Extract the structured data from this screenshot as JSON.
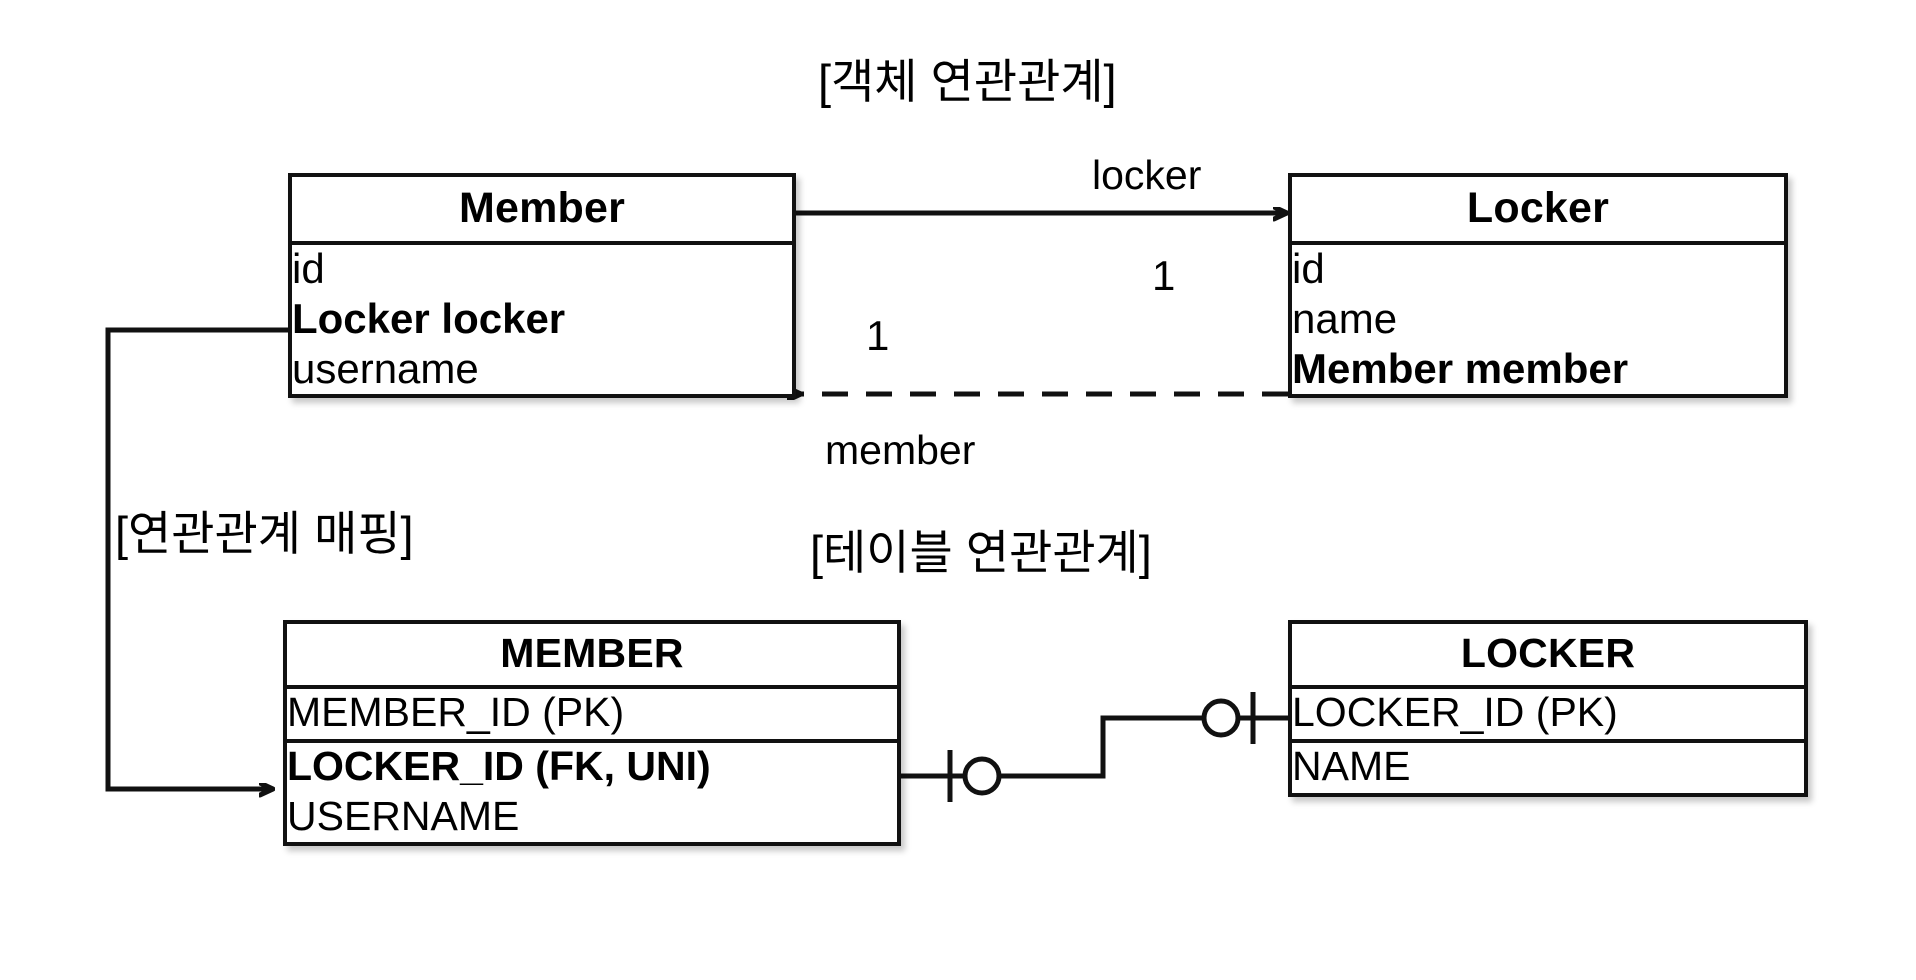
{
  "diagram": {
    "section_titles": {
      "object_relation": "[객체 연관관계]",
      "relation_mapping": "[연관관계 매핑]",
      "table_relation": "[테이블 연관관계]"
    },
    "object_model": {
      "member": {
        "title": "Member",
        "fields": [
          {
            "text": "id",
            "bold": false
          },
          {
            "text": "Locker locker",
            "bold": true
          },
          {
            "text": "username",
            "bold": false
          }
        ]
      },
      "locker": {
        "title": "Locker",
        "fields": [
          {
            "text": "id",
            "bold": false
          },
          {
            "text": "name",
            "bold": false
          },
          {
            "text": "Member member",
            "bold": true
          }
        ]
      },
      "edges": [
        {
          "name": "member-to-locker",
          "label": "locker",
          "multiplicity": "1",
          "style": "solid",
          "direction": "right"
        },
        {
          "name": "locker-to-member",
          "label": "member",
          "multiplicity": "1",
          "style": "dashed",
          "direction": "left"
        }
      ]
    },
    "table_model": {
      "member_table": {
        "title": "MEMBER",
        "columns": [
          {
            "text": "MEMBER_ID (PK)",
            "bold": false
          },
          {
            "text": "LOCKER_ID (FK, UNI)",
            "bold": true
          },
          {
            "text": "USERNAME",
            "bold": false
          }
        ]
      },
      "locker_table": {
        "title": "LOCKER",
        "columns": [
          {
            "text": "LOCKER_ID (PK)",
            "bold": false
          },
          {
            "text": "NAME",
            "bold": false
          }
        ]
      },
      "join_notation": "one-to-one"
    },
    "colors": {
      "stroke": "#111111",
      "background": "#ffffff",
      "text": "#000000"
    }
  }
}
